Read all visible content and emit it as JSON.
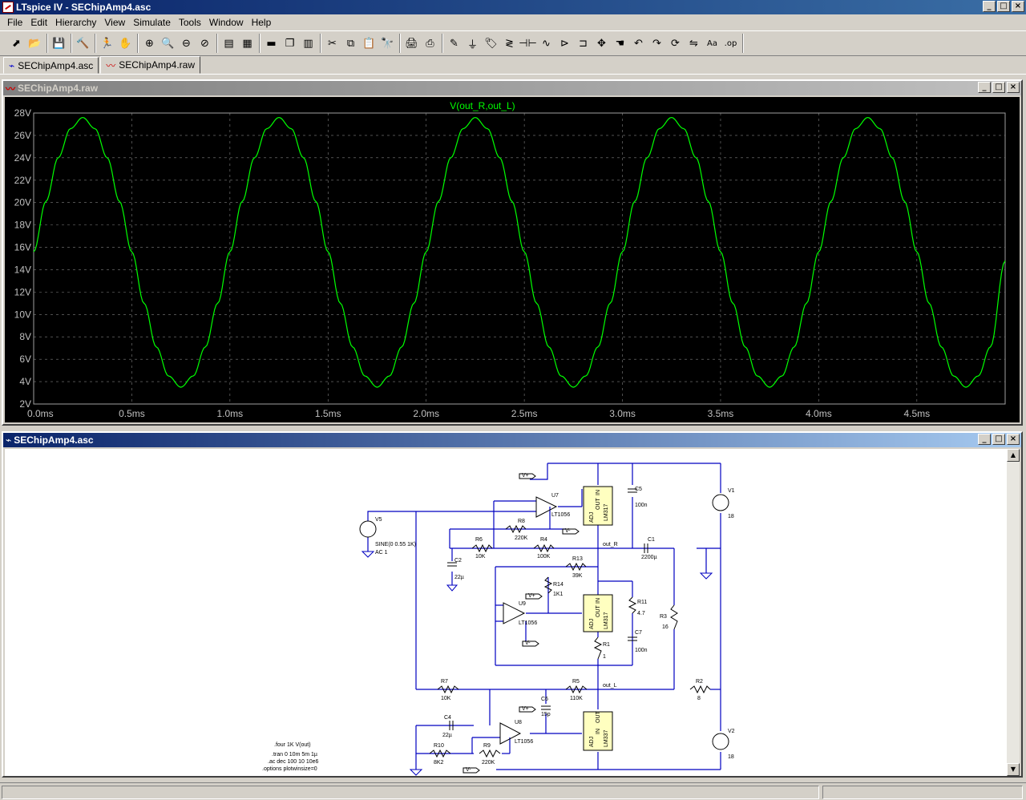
{
  "window": {
    "title": "LTspice IV - SEChipAmp4.asc",
    "controls": [
      "_",
      "□",
      "×"
    ]
  },
  "menu": [
    "File",
    "Edit",
    "Hierarchy",
    "View",
    "Simulate",
    "Tools",
    "Window",
    "Help"
  ],
  "toolbar": {
    "groups": [
      [
        {
          "name": "new-schematic-icon",
          "glyph": "⬈"
        },
        {
          "name": "open-icon",
          "glyph": "📂"
        }
      ],
      [
        {
          "name": "save-icon",
          "glyph": "💾"
        }
      ],
      [
        {
          "name": "control-panel-icon",
          "glyph": "🔨"
        }
      ],
      [
        {
          "name": "run-icon",
          "glyph": "🏃"
        },
        {
          "name": "halt-icon",
          "glyph": "✋"
        }
      ],
      [
        {
          "name": "zoom-in-icon",
          "glyph": "⊕"
        },
        {
          "name": "pan-icon",
          "glyph": "🔍"
        },
        {
          "name": "zoom-out-icon",
          "glyph": "⊖"
        },
        {
          "name": "zoom-fit-icon",
          "glyph": "⊘"
        }
      ],
      [
        {
          "name": "autorange-icon",
          "glyph": "▤"
        },
        {
          "name": "grid-icon",
          "glyph": "▦"
        }
      ],
      [
        {
          "name": "tile-horizontal-icon",
          "glyph": "▬"
        },
        {
          "name": "cascade-icon",
          "glyph": "❐"
        },
        {
          "name": "tile-vertical-icon",
          "glyph": "▥"
        }
      ],
      [
        {
          "name": "cut-icon",
          "glyph": "✂"
        },
        {
          "name": "copy-icon",
          "glyph": "⧉"
        },
        {
          "name": "paste-icon",
          "glyph": "📋"
        },
        {
          "name": "find-icon",
          "glyph": "🔭"
        }
      ],
      [
        {
          "name": "print-preview-icon",
          "glyph": "🖨"
        },
        {
          "name": "print-icon",
          "glyph": "⎙"
        }
      ],
      [
        {
          "name": "wire-icon",
          "glyph": "✎"
        },
        {
          "name": "ground-icon",
          "glyph": "⏚"
        },
        {
          "name": "label-net-icon",
          "glyph": "🏷"
        },
        {
          "name": "resistor-icon",
          "glyph": "≷"
        },
        {
          "name": "capacitor-icon",
          "glyph": "⊣⊢"
        },
        {
          "name": "inductor-icon",
          "glyph": "∿"
        },
        {
          "name": "diode-icon",
          "glyph": "⊳"
        },
        {
          "name": "component-icon",
          "glyph": "⊐"
        },
        {
          "name": "move-icon",
          "glyph": "✥"
        },
        {
          "name": "drag-icon",
          "glyph": "☚"
        },
        {
          "name": "undo-icon",
          "glyph": "↶"
        },
        {
          "name": "redo-icon",
          "glyph": "↷"
        },
        {
          "name": "rotate-icon",
          "glyph": "⟳"
        },
        {
          "name": "mirror-icon",
          "glyph": "⇋"
        },
        {
          "name": "text-icon",
          "glyph": "Aa"
        },
        {
          "name": "spice-directive-icon",
          "glyph": ".op"
        }
      ]
    ]
  },
  "tabs": [
    {
      "label": "SEChipAmp4.asc",
      "icon": "schematic-tab-icon",
      "glyph": "⌁"
    },
    {
      "label": "SEChipAmp4.raw",
      "icon": "waveform-tab-icon",
      "glyph": "〰"
    }
  ],
  "plot_window": {
    "title": "SEChipAmp4.raw",
    "trace_color": "#00ff00",
    "grid_color": "#808080",
    "background": "#000000"
  },
  "chart_data": {
    "type": "line",
    "title": "V(out_R,out_L)",
    "xlabel": "",
    "ylabel": "",
    "xlim": [
      0,
      4.95
    ],
    "ylim": [
      2,
      28
    ],
    "x_ticks": [
      "0.0ms",
      "0.5ms",
      "1.0ms",
      "1.5ms",
      "2.0ms",
      "2.5ms",
      "3.0ms",
      "3.5ms",
      "4.0ms",
      "4.5ms"
    ],
    "x_tick_values": [
      0,
      0.5,
      1.0,
      1.5,
      2.0,
      2.5,
      3.0,
      3.5,
      4.0,
      4.5
    ],
    "y_ticks": [
      "2V",
      "4V",
      "6V",
      "8V",
      "10V",
      "12V",
      "14V",
      "16V",
      "18V",
      "20V",
      "22V",
      "24V",
      "26V",
      "28V"
    ],
    "y_tick_values": [
      2,
      4,
      6,
      8,
      10,
      12,
      14,
      16,
      18,
      20,
      22,
      24,
      26,
      28
    ],
    "grid": true,
    "series": [
      {
        "name": "V(out_R,out_L)",
        "color": "#00ff00",
        "x": [
          0,
          0.0625,
          0.125,
          0.1875,
          0.25,
          0.3125,
          0.375,
          0.4375,
          0.5,
          0.5625,
          0.625,
          0.6875,
          0.75,
          0.8125,
          0.875,
          0.9375,
          1.0,
          1.0625,
          1.125,
          1.1875,
          1.25,
          1.3125,
          1.375,
          1.4375,
          1.5,
          1.5625,
          1.625,
          1.6875,
          1.75,
          1.8125,
          1.875,
          1.9375,
          2.0,
          2.0625,
          2.125,
          2.1875,
          2.25,
          2.3125,
          2.375,
          2.4375,
          2.5,
          2.5625,
          2.625,
          2.6875,
          2.75,
          2.8125,
          2.875,
          2.9375,
          3.0,
          3.0625,
          3.125,
          3.1875,
          3.25,
          3.3125,
          3.375,
          3.4375,
          3.5,
          3.5625,
          3.625,
          3.6875,
          3.75,
          3.8125,
          3.875,
          3.9375,
          4.0,
          4.0625,
          4.125,
          4.1875,
          4.25,
          4.3125,
          4.375,
          4.4375,
          4.5,
          4.5625,
          4.625,
          4.6875,
          4.75,
          4.8125,
          4.875,
          4.95
        ],
        "y": [
          15.6,
          20.1,
          24.0,
          26.6,
          27.6,
          26.6,
          24.0,
          20.1,
          15.6,
          11.0,
          7.1,
          4.5,
          3.5,
          4.5,
          7.1,
          11.0,
          15.6,
          20.1,
          24.0,
          26.6,
          27.6,
          26.6,
          24.0,
          20.1,
          15.6,
          11.0,
          7.1,
          4.5,
          3.5,
          4.5,
          7.1,
          11.0,
          15.6,
          20.1,
          24.0,
          26.6,
          27.6,
          26.6,
          24.0,
          20.1,
          15.6,
          11.0,
          7.1,
          4.5,
          3.5,
          4.5,
          7.1,
          11.0,
          15.6,
          20.1,
          24.0,
          26.6,
          27.6,
          26.6,
          24.0,
          20.1,
          15.6,
          11.0,
          7.1,
          4.5,
          3.5,
          4.5,
          7.1,
          11.0,
          15.6,
          20.1,
          24.0,
          26.6,
          27.6,
          26.6,
          24.0,
          20.1,
          15.6,
          11.0,
          7.1,
          4.5,
          3.5,
          4.5,
          7.1,
          14.8
        ]
      }
    ]
  },
  "schematic_window": {
    "title": "SEChipAmp4.asc",
    "labels": {
      "v_plus_1": "V+",
      "v_minus_1": "V-",
      "v_plus_2": "V+",
      "v_minus_2": "V-",
      "v_plus_3": "V+",
      "v_minus_3": "V-",
      "u7": "U7",
      "u7_part": "LT1056",
      "u9": "U9",
      "u9_part": "LT1056",
      "u8": "U8",
      "u8_part": "LT1056",
      "reg1_adj": "ADJ",
      "reg1_out": "OUT",
      "reg1_in": "IN",
      "reg1_part": "LM317",
      "reg2_adj": "ADJ",
      "reg2_out": "OUT",
      "reg2_in": "IN",
      "reg2_part": "LM317",
      "reg3_adj": "ADJ",
      "reg3_in": "IN",
      "reg3_out": "OUT",
      "reg3_part": "LM337",
      "c5": "C5",
      "c5_val": "100n",
      "c7": "C7",
      "c7_val": "100n",
      "c1": "C1",
      "c1_val": "2200µ",
      "c2": "C2",
      "c2_val": "22µ",
      "c4": "C4",
      "c4_val": "22µ",
      "c6": "C6",
      "c6_val": "15p",
      "r8": "R8",
      "r8_val": "220K",
      "r6": "R6",
      "r6_val": "10K",
      "r4": "R4",
      "r4_val": "100K",
      "r13": "R13",
      "r13_val": "39K",
      "r14": "R14",
      "r14_val": "1K1",
      "r11": "R11",
      "r11_val": "4.7",
      "r1": "R1",
      "r1_val": "1",
      "r3": "R3",
      "r3_val": "16",
      "r7": "R7",
      "r7_val": "10K",
      "r5": "R5",
      "r5_val": "110K",
      "r2": "R2",
      "r2_val": "8",
      "r10": "R10",
      "r10_val": "8K2",
      "r9": "R9",
      "r9_val": "220K",
      "v5": "V5",
      "v5_val": "SINE(0 0.55 1K)",
      "v5_ac": "AC 1",
      "v1": "V1",
      "v1_val": "18",
      "v2": "V2",
      "v2_val": "18",
      "out_r": "out_R",
      "out_l": "out_L",
      "dir1": ".four 1K V(out)",
      "dir2": ".tran 0 10m 5m 1µ",
      "dir3": ".ac dec 100 10 10e6",
      "dir4": ".options plotwinsize=0"
    }
  }
}
